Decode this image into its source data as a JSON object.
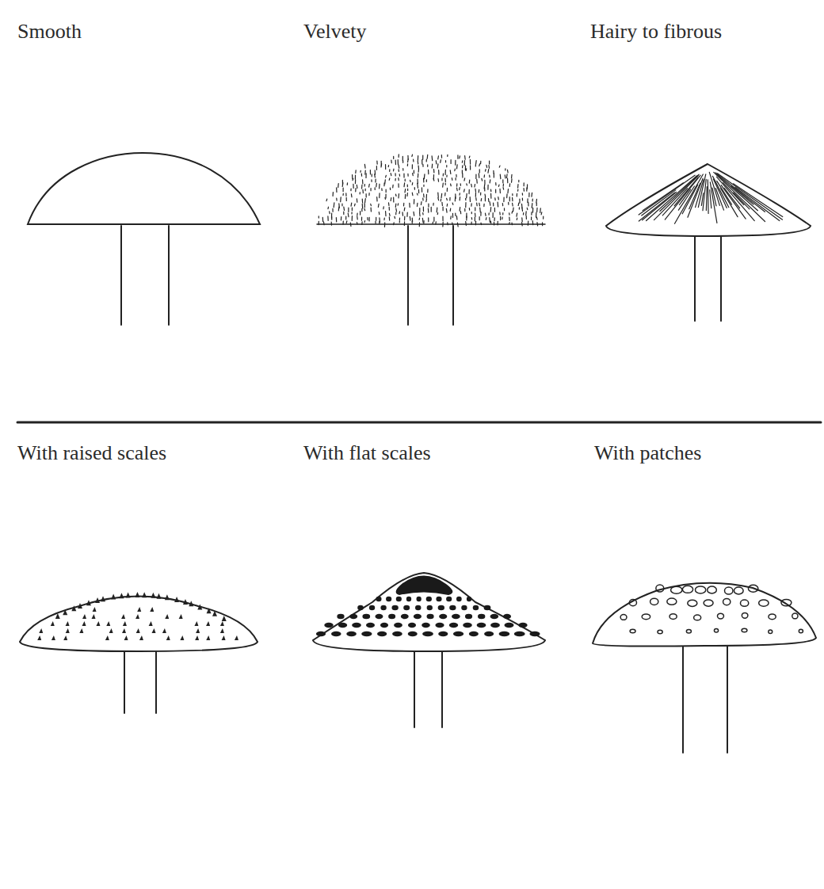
{
  "diagram": {
    "labels": [
      "Smooth",
      "Velvety",
      "Hairy to fibrous",
      "With raised scales",
      "With flat scales",
      "With patches"
    ]
  }
}
